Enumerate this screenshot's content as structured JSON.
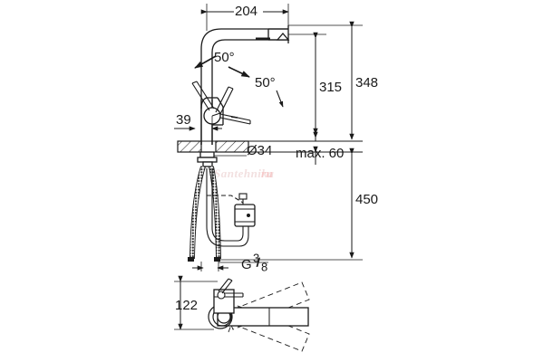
{
  "drawing": {
    "title": "Kitchen faucet dimensional drawing",
    "background_color": "#ffffff",
    "line_color": "#1a1a1a",
    "units": "mm",
    "watermark": {
      "text_primary": "Santehnika",
      "text_accent": "ru",
      "color_primary": "#e8c8c8",
      "color_accent": "#f0a0a0"
    },
    "views": {
      "elevation": "front elevation with section",
      "plan": "bottom plan view with swivel range"
    }
  },
  "dimensions": {
    "spout_reach": "204",
    "spout_height": "315",
    "total_height": "348",
    "hose_length": "450",
    "handle_offset": "39",
    "base_diameter": "Ø34",
    "counter_thickness": "max. 60",
    "plan_depth": "122"
  },
  "angles": {
    "lever_up": "50°",
    "lever_side": "50°"
  },
  "connections": {
    "thread_label": "G",
    "thread_numerator": "3",
    "thread_denominator": "8"
  }
}
